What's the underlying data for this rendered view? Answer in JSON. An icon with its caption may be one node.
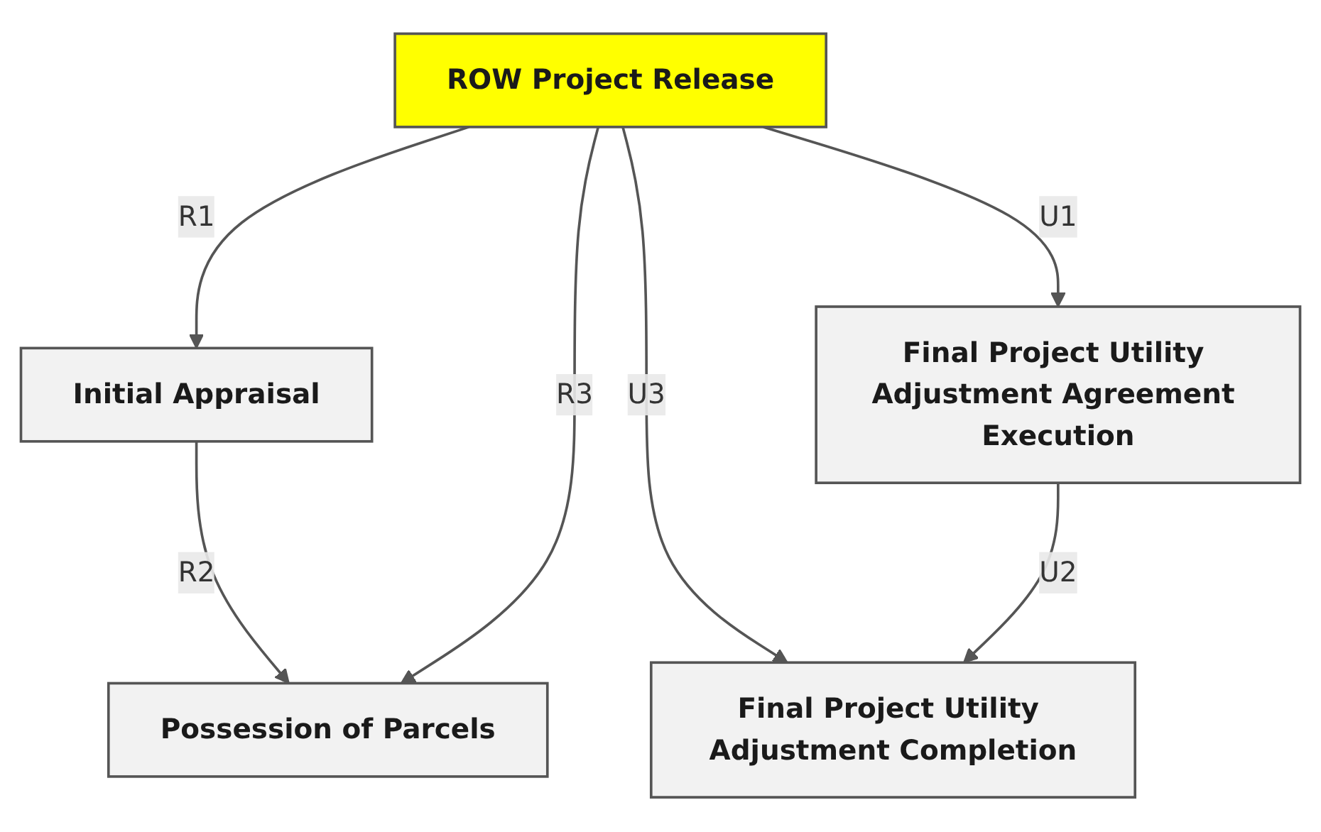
{
  "diagram": {
    "nodes": [
      {
        "text": [
          "ROW Project Release"
        ]
      },
      {
        "text": [
          "Initial Appraisal"
        ]
      },
      {
        "text": [
          "Final Project Utility Adjustment Agreement Execution"
        ]
      },
      {
        "text": [
          "Possession of Parcels"
        ]
      },
      {
        "text": [
          "Final Project Utility Adjustment Completion"
        ]
      }
    ],
    "edges": [
      {
        "from": 0,
        "to": 1,
        "arrow": "to",
        "label": "R1"
      },
      {
        "from": 0,
        "to": 2,
        "arrow": "to",
        "label": "U1"
      },
      {
        "from": 1,
        "to": 3,
        "arrow": "to",
        "label": "R2"
      },
      {
        "from": 0,
        "to": 3,
        "arrow": "to",
        "label": "R3"
      },
      {
        "from": 0,
        "to": 4,
        "arrow": "to",
        "label": "U3"
      },
      {
        "from": 2,
        "to": 4,
        "arrow": "to",
        "label": "U2"
      }
    ]
  }
}
